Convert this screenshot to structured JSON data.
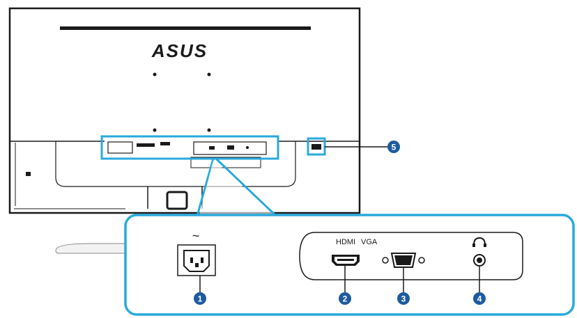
{
  "brand": {
    "logo_text": "ASUS"
  },
  "labels": {
    "ac_symbol": "~",
    "hdmi": "HDMI",
    "vga": "VGA",
    "headphone_symbol": "headphone-icon"
  },
  "callouts": [
    "1",
    "2",
    "3",
    "4",
    "5"
  ],
  "colors": {
    "accent": "#29a9dc",
    "callout_fill": "#1e5aa0",
    "outline": "#1a1a1a"
  }
}
